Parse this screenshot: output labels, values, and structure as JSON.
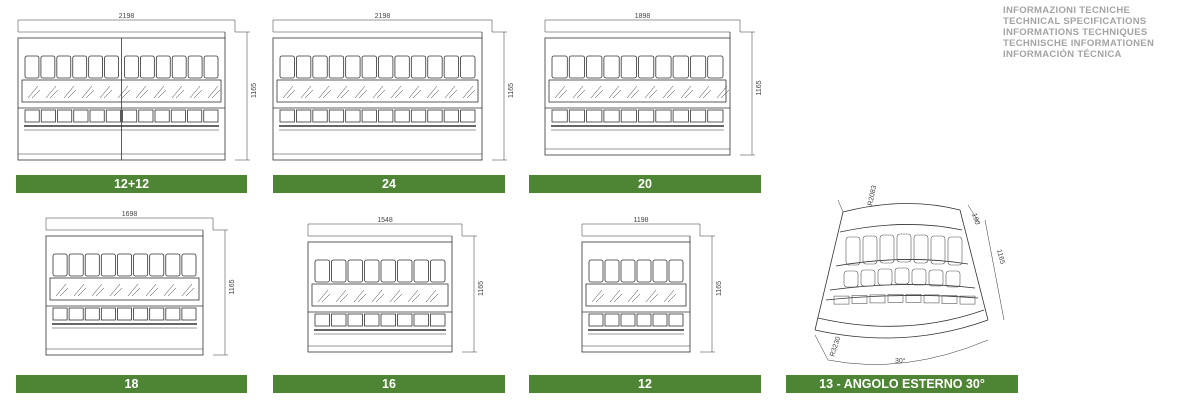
{
  "info_lines": [
    "INFORMAZIONI TECNICHE",
    "TECHNICAL SPECIFICATIONS",
    "INFORMATIONS TECHNIQUES",
    "TECHNISCHE INFORMATIONEN",
    "INFORMACIÓN TÉCNICA"
  ],
  "units": [
    {
      "label": "12+12",
      "width_text": "2198",
      "height_text": "1165",
      "trays": 12,
      "split": true
    },
    {
      "label": "24",
      "width_text": "2198",
      "height_text": "1165",
      "trays": 12,
      "split": false
    },
    {
      "label": "20",
      "width_text": "1898",
      "height_text": "1165",
      "trays": 10,
      "split": false
    },
    {
      "label": "18",
      "width_text": "1698",
      "height_text": "1165",
      "trays": 9,
      "split": false
    },
    {
      "label": "16",
      "width_text": "1548",
      "height_text": "1165",
      "trays": 8,
      "split": false
    },
    {
      "label": "12",
      "width_text": "1198",
      "height_text": "1165",
      "trays": 6,
      "split": false
    }
  ],
  "corner": {
    "label": "13 - ANGOLO ESTERNO 30°",
    "radius_outer": "R2083",
    "radius_inner": "R3230",
    "angle": "30°",
    "depth": "190",
    "height_text": "1165"
  },
  "colors": {
    "bar": "#4e8534",
    "info_text": "#a3a3a3",
    "line": "#333333"
  }
}
